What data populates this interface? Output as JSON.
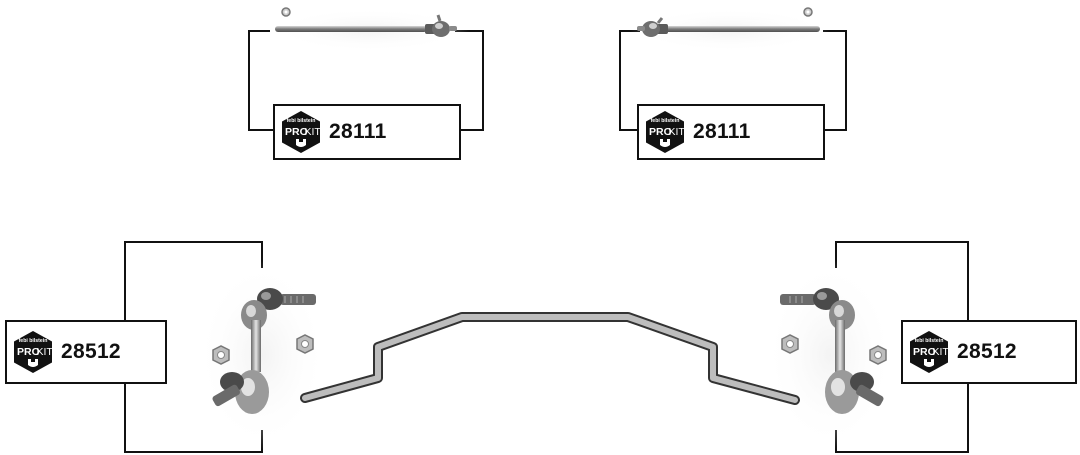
{
  "parts": {
    "tie_rod_left": {
      "part_number": "28111"
    },
    "tie_rod_right": {
      "part_number": "28111"
    },
    "stabilizer_link_left": {
      "part_number": "28512"
    },
    "stabilizer_link_right": {
      "part_number": "28512"
    }
  },
  "logo": {
    "brand_small": "febi bilstein",
    "brand_pro": "PRO",
    "brand_kit": "KIT",
    "icon": "wrench-hex-logo-icon"
  },
  "colors": {
    "outline": "#111111",
    "part_metal": "#8a8a8a",
    "part_dark": "#3a3a3a",
    "stabilizer_fill": "#bdbdbd",
    "logo_bg": "#111111"
  }
}
